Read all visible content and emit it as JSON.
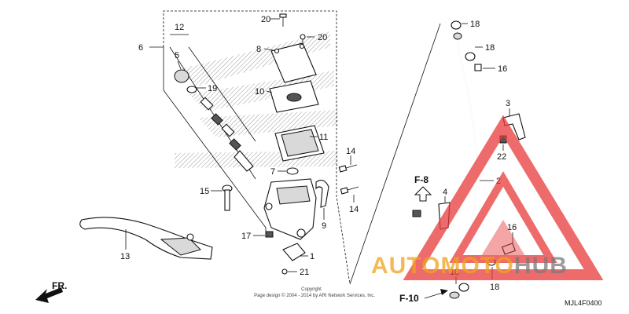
{
  "diagram": {
    "callouts": {
      "c20a": "20",
      "c20b": "20",
      "c8": "8",
      "c12": "12",
      "c6": "6",
      "c5": "5",
      "c19": "19",
      "c10": "10",
      "c11": "11",
      "c14a": "14",
      "c14b": "14",
      "c7": "7",
      "c15": "15",
      "c9": "9",
      "c17": "17",
      "c1": "1",
      "c21": "21",
      "c13": "13",
      "c18a": "18",
      "c18b": "18",
      "c18c": "18",
      "c18d": "18",
      "c16a": "16",
      "c16b": "16",
      "c3": "3",
      "c22": "22",
      "c2": "2",
      "c4": "4"
    },
    "refs": {
      "f8": "F-8",
      "f10": "F-10",
      "fr": "FR."
    },
    "code": "MJL4F0400",
    "copyright": {
      "line1": "Copyright",
      "line2": "Page design © 2004 - 2014 by ARI Network Services, Inc."
    },
    "watermark": {
      "auto": "AUTO",
      "moto": "MOTO",
      "hub": "HUB"
    },
    "colors": {
      "watermark_red": "#e83a3a",
      "watermark_orange": "#f0a21e",
      "watermark_grey": "#7a7a7a"
    }
  }
}
